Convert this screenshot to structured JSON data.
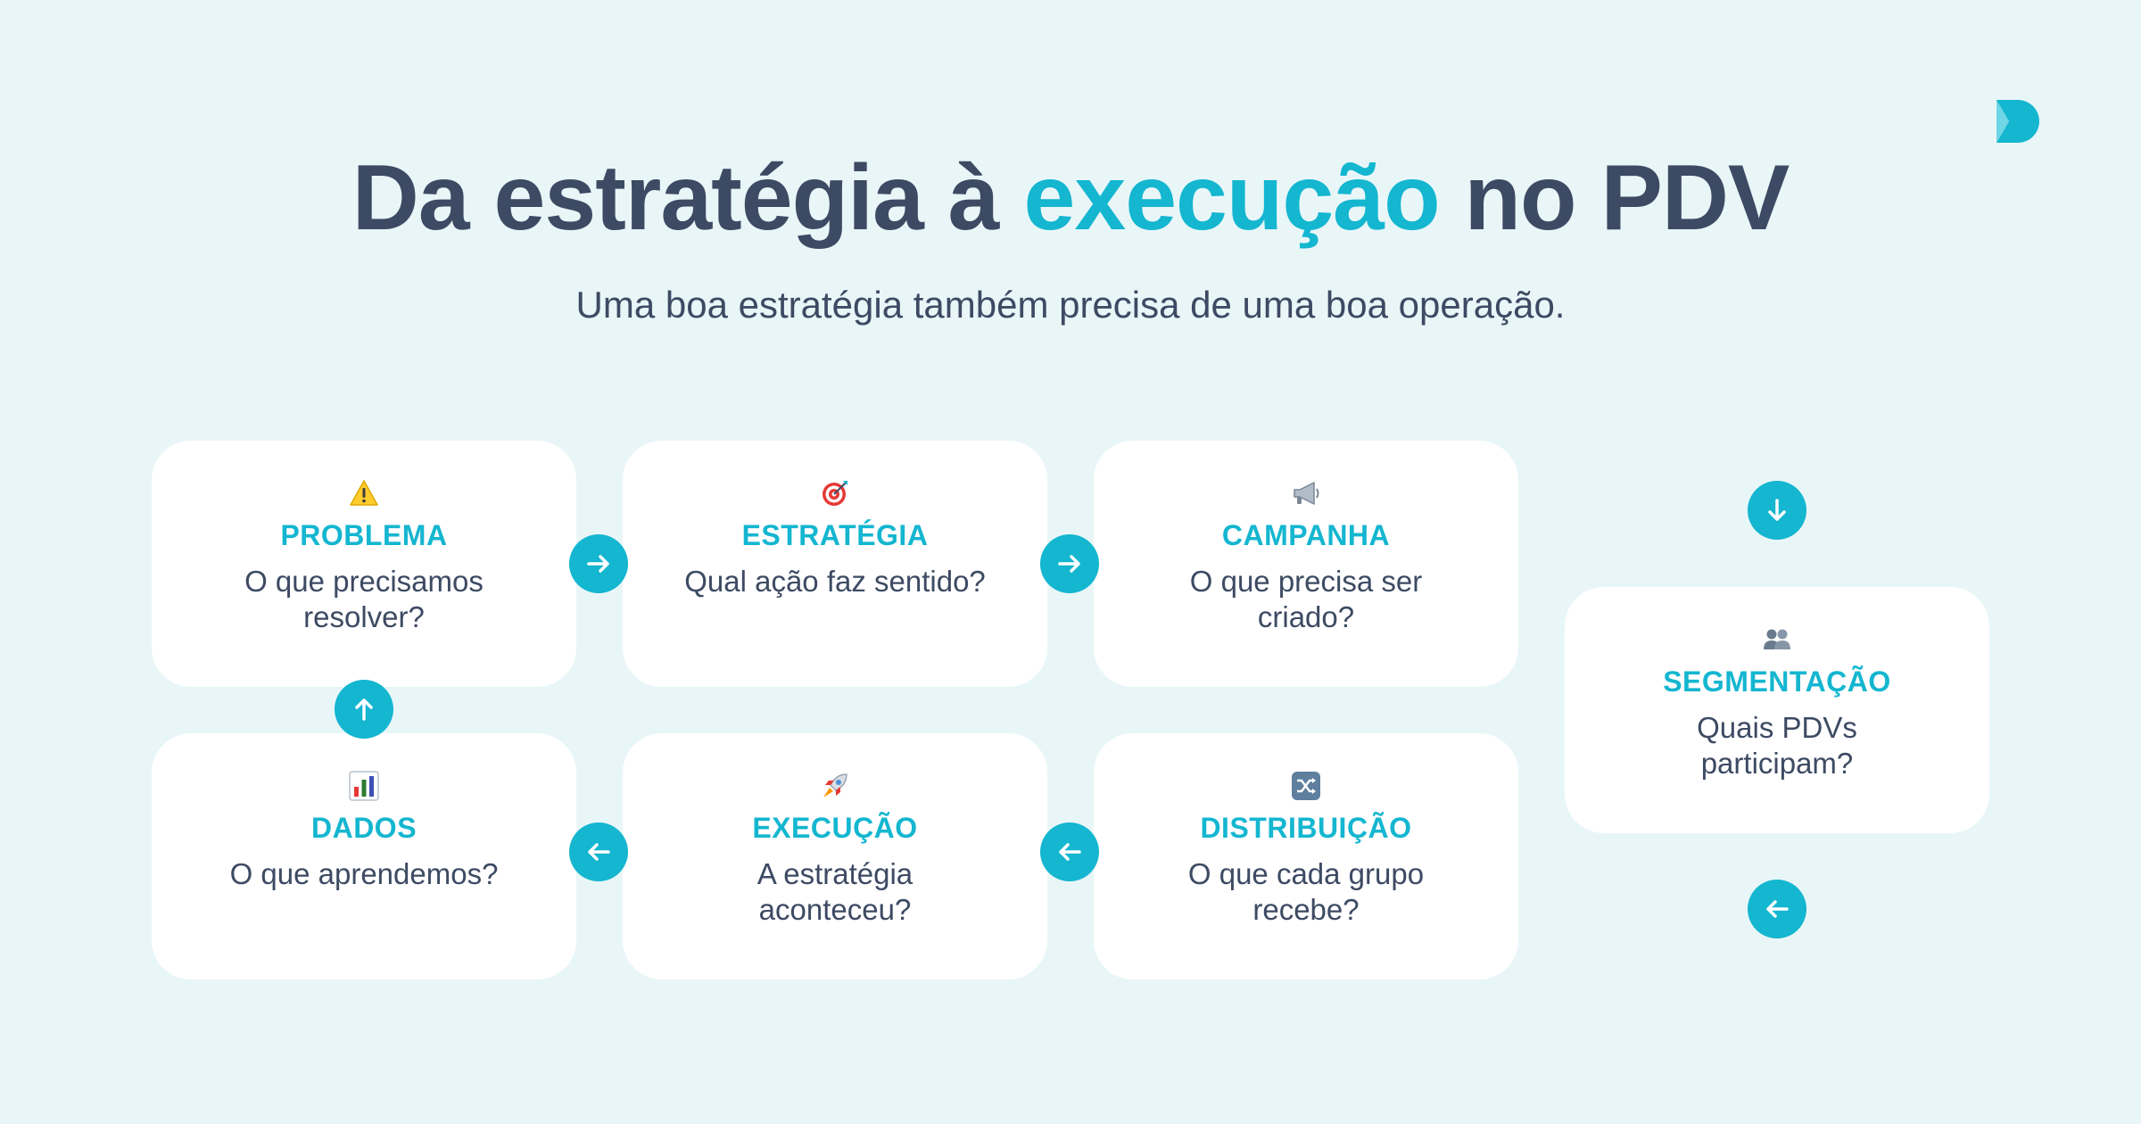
{
  "title": {
    "part1": "Da estratégia à ",
    "accent": "execução",
    "part2": " no PDV"
  },
  "subtitle": "Uma boa estratégia também precisa de uma boa operação.",
  "steps": [
    {
      "label": "PROBLEMA",
      "question": "O que precisamos resolver?",
      "icon": "warning-icon"
    },
    {
      "label": "ESTRATÉGIA",
      "question": "Qual ação faz sentido?",
      "icon": "target-icon"
    },
    {
      "label": "CAMPANHA",
      "question": "O que precisa ser criado?",
      "icon": "megaphone-icon"
    },
    {
      "label": "SEGMENTAÇÃO",
      "question": "Quais PDVs participam?",
      "icon": "people-icon"
    },
    {
      "label": "DISTRIBUIÇÃO",
      "question": "O que cada grupo recebe?",
      "icon": "shuffle-icon"
    },
    {
      "label": "EXECUÇÃO",
      "question": "A estratégia aconteceu?",
      "icon": "rocket-icon"
    },
    {
      "label": "DADOS",
      "question": "O que aprendemos?",
      "icon": "bar-chart-icon"
    }
  ],
  "colors": {
    "accent": "#14b6d0",
    "text": "#3d4a63",
    "background": "#e9f6f8",
    "card": "#ffffff"
  }
}
